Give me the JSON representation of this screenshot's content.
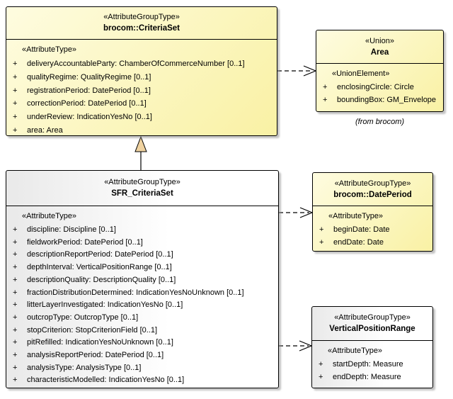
{
  "diagram_type": "uml-class-diagram",
  "colors": {
    "yellow_top": "#fefce0",
    "yellow_bottom": "#f9f1a4",
    "gray_left": "#e9e9e9",
    "white_right": "#ffffff",
    "border": "#000000",
    "triangle_fill": "#efd2a0"
  },
  "boxes": {
    "criteriaSet": {
      "stereotype": "«AttributeGroupType»",
      "name": "brocom::CriteriaSet",
      "section": "«AttributeType»",
      "attrs": [
        {
          "vis": "+",
          "text": "deliveryAccountableParty: ChamberOfCommerceNumber [0..1]"
        },
        {
          "vis": "+",
          "text": "qualityRegime: QualityRegime [0..1]"
        },
        {
          "vis": "+",
          "text": "registrationPeriod: DatePeriod [0..1]"
        },
        {
          "vis": "+",
          "text": "correctionPeriod: DatePeriod [0..1]"
        },
        {
          "vis": "+",
          "text": "underReview: IndicationYesNo [0..1]"
        },
        {
          "vis": "+",
          "text": "area: Area"
        }
      ]
    },
    "area": {
      "stereotype": "«Union»",
      "name": "Area",
      "section": "«UnionElement»",
      "attrs": [
        {
          "vis": "+",
          "text": "enclosingCircle: Circle"
        },
        {
          "vis": "+",
          "text": "boundingBox: GM_Envelope"
        }
      ],
      "note": "(from brocom)"
    },
    "sfrCriteriaSet": {
      "stereotype": "«AttributeGroupType»",
      "name": "SFR_CriteriaSet",
      "section": "«AttributeType»",
      "attrs": [
        {
          "vis": "+",
          "text": "discipline: Discipline [0..1]"
        },
        {
          "vis": "+",
          "text": "fieldworkPeriod: DatePeriod [0..1]"
        },
        {
          "vis": "+",
          "text": "descriptionReportPeriod: DatePeriod [0..1]"
        },
        {
          "vis": "+",
          "text": "depthInterval: VerticalPositionRange [0..1]"
        },
        {
          "vis": "+",
          "text": "descriptionQuality: DescriptionQuality [0..1]"
        },
        {
          "vis": "+",
          "text": "fractionDistributionDetermined: IndicationYesNoUnknown [0..1]"
        },
        {
          "vis": "+",
          "text": "litterLayerInvestigated: IndicationYesNo [0..1]"
        },
        {
          "vis": "+",
          "text": "outcropType: OutcropType [0..1]"
        },
        {
          "vis": "+",
          "text": "stopCriterion: StopCriterionField [0..1]"
        },
        {
          "vis": "+",
          "text": "pitRefilled: IndicationYesNoUnknown [0..1]"
        },
        {
          "vis": "+",
          "text": "analysisReportPeriod: DatePeriod [0..1]"
        },
        {
          "vis": "+",
          "text": "analysisType: AnalysisType [0..1]"
        },
        {
          "vis": "+",
          "text": "characteristicModelled: IndicationYesNo [0..1]"
        }
      ]
    },
    "datePeriod": {
      "stereotype": "«AttributeGroupType»",
      "name": "brocom::DatePeriod",
      "section": "«AttributeType»",
      "attrs": [
        {
          "vis": "+",
          "text": "beginDate: Date"
        },
        {
          "vis": "+",
          "text": "endDate: Date"
        }
      ]
    },
    "verticalPositionRange": {
      "stereotype": "«AttributeGroupType»",
      "name": "VerticalPositionRange",
      "section": "«AttributeType»",
      "attrs": [
        {
          "vis": "+",
          "text": "startDepth: Measure"
        },
        {
          "vis": "+",
          "text": "endDepth: Measure"
        }
      ]
    }
  }
}
